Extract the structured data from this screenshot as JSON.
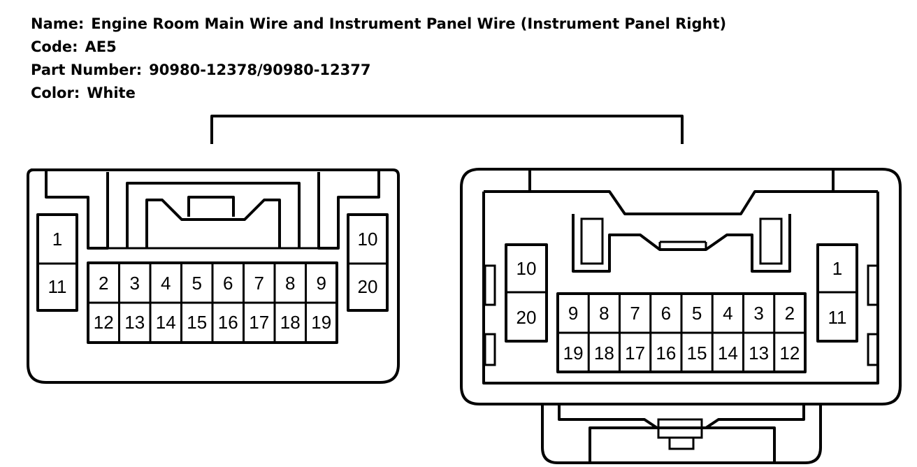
{
  "info": {
    "name_label": "Name:",
    "name_value": "Engine Room Main Wire and Instrument Panel Wire (Instrument Panel Right)",
    "code_label": "Code:",
    "code_value": "AE5",
    "part_label": "Part Number:",
    "part_value": "90980-12378/90980-12377",
    "color_label": "Color:",
    "color_value": "White"
  },
  "left_connector": {
    "top_row": [
      "1",
      "2",
      "3",
      "4",
      "5",
      "6",
      "7",
      "8",
      "9",
      "10"
    ],
    "bottom_row": [
      "11",
      "12",
      "13",
      "14",
      "15",
      "16",
      "17",
      "18",
      "19",
      "20"
    ]
  },
  "right_connector": {
    "top_row": [
      "10",
      "9",
      "8",
      "7",
      "6",
      "5",
      "4",
      "3",
      "2",
      "1"
    ],
    "bottom_row": [
      "20",
      "19",
      "18",
      "17",
      "16",
      "15",
      "14",
      "13",
      "12",
      "11"
    ]
  }
}
